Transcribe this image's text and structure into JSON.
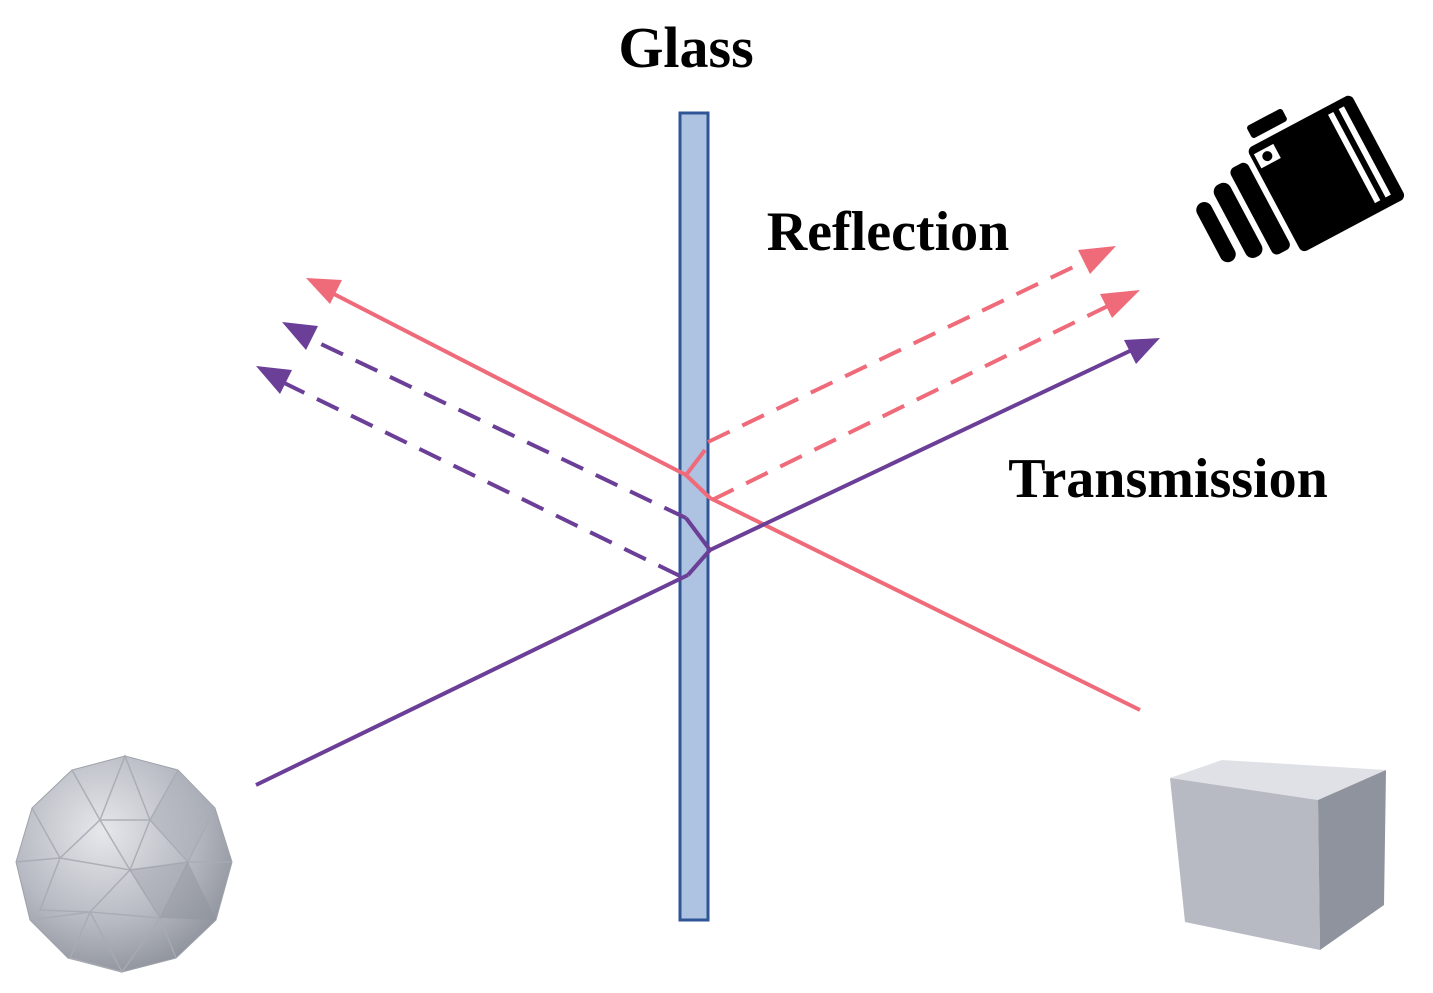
{
  "labels": {
    "glass": "Glass",
    "reflection": "Reflection",
    "transmission": "Transmission"
  },
  "colors": {
    "reflection_ray": "#ef6b7a",
    "transmission_ray": "#6b3f97",
    "glass_fill": "#aec2e2",
    "glass_stroke": "#2f5597",
    "camera": "#000000",
    "object_face_light": "#d7d9de",
    "object_face_mid": "#b9bcc4",
    "object_face_dark": "#8f939d"
  },
  "objects": {
    "sphere": "geodesic-sphere",
    "cube": "cube",
    "camera": "camera-icon"
  }
}
